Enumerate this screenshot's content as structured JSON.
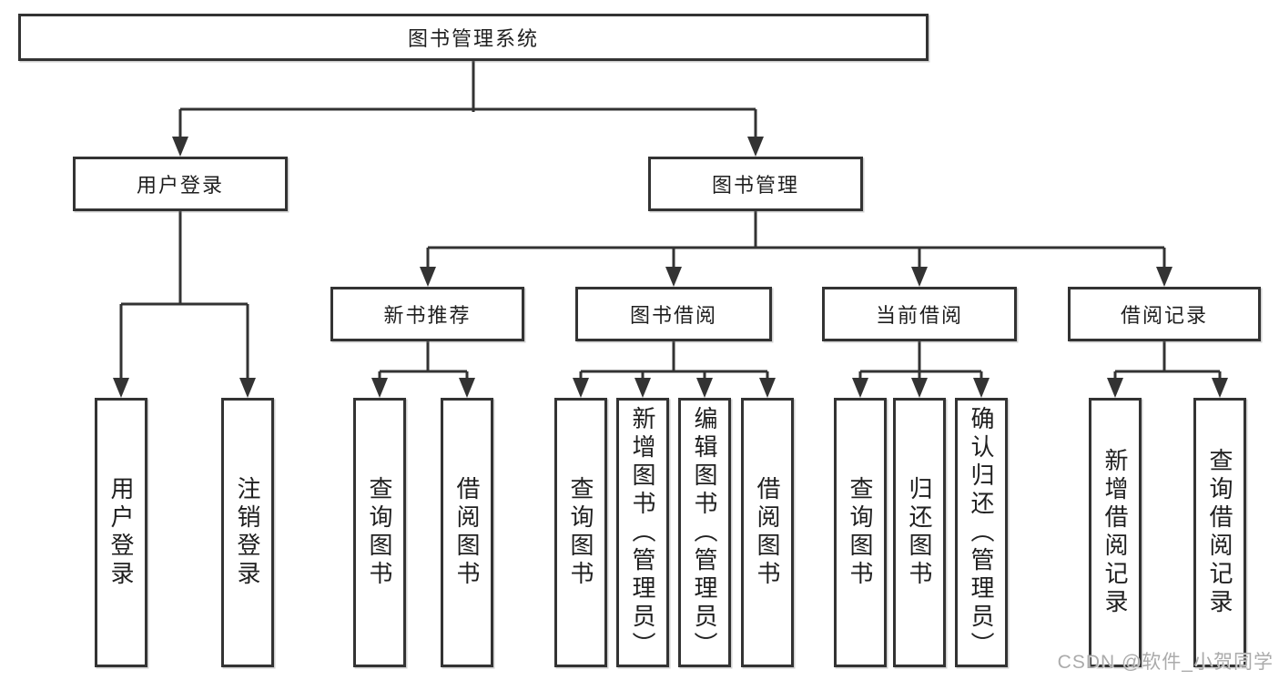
{
  "tree": {
    "label": "图书管理系统",
    "children": [
      {
        "label": "用户登录",
        "children": [
          {
            "label": "用户登录"
          },
          {
            "label": "注销登录"
          }
        ]
      },
      {
        "label": "图书管理",
        "children": [
          {
            "label": "新书推荐",
            "children": [
              {
                "label": "查询图书"
              },
              {
                "label": "借阅图书"
              }
            ]
          },
          {
            "label": "图书借阅",
            "children": [
              {
                "label": "查询图书"
              },
              {
                "label": "新增图书（管理员）"
              },
              {
                "label": "编辑图书（管理员）"
              },
              {
                "label": "借阅图书"
              }
            ]
          },
          {
            "label": "当前借阅",
            "children": [
              {
                "label": "查询图书"
              },
              {
                "label": "归还图书"
              },
              {
                "label": "确认归还（管理员）"
              }
            ]
          },
          {
            "label": "借阅记录",
            "children": [
              {
                "label": "新增借阅记录"
              },
              {
                "label": "查询借阅记录"
              }
            ]
          }
        ]
      }
    ]
  },
  "watermark": {
    "text": "CSDN @软件_小贺同学"
  },
  "colors": {
    "line": "#333333",
    "text": "#1f1f1f",
    "background": "#ffffff",
    "watermark": "#ababab"
  }
}
